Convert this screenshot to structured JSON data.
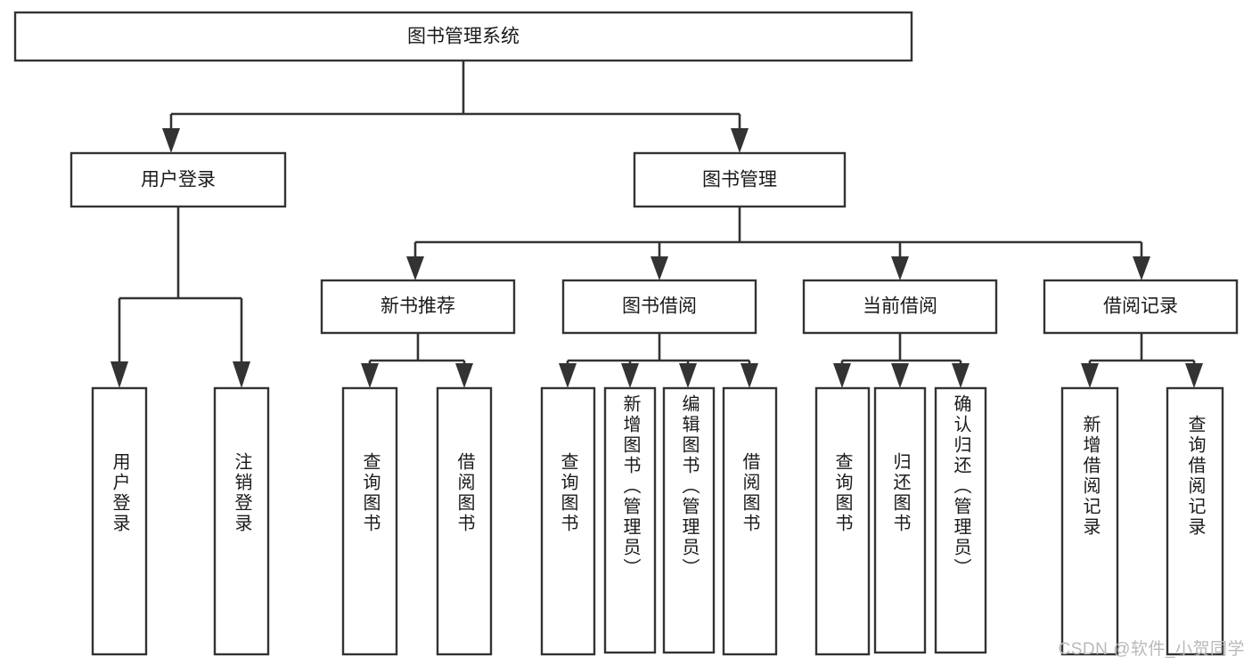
{
  "diagram": {
    "type": "hierarchical-tree",
    "orientation": "top-down",
    "background_color": "#ffffff",
    "line_color": "#333333",
    "text_color": "#1a1a1a",
    "root": {
      "label": "图书管理系统"
    },
    "level2": [
      {
        "label": "用户登录"
      },
      {
        "label": "图书管理"
      }
    ],
    "level3": [
      {
        "label": "新书推荐"
      },
      {
        "label": "图书借阅"
      },
      {
        "label": "当前借阅"
      },
      {
        "label": "借阅记录"
      }
    ],
    "leaves": {
      "user_login": [
        {
          "label": "用户登录"
        },
        {
          "label": "注销登录"
        }
      ],
      "new_book_recommend": [
        {
          "label": "查询图书"
        },
        {
          "label": "借阅图书"
        }
      ],
      "book_borrow": [
        {
          "label": "查询图书"
        },
        {
          "label": "新增图书（管理员）"
        },
        {
          "label": "编辑图书（管理员）"
        },
        {
          "label": "借阅图书"
        }
      ],
      "current_borrow": [
        {
          "label": "查询图书"
        },
        {
          "label": "归还图书"
        },
        {
          "label": "确认归还（管理员）"
        }
      ],
      "borrow_record": [
        {
          "label": "新增借阅记录"
        },
        {
          "label": "查询借阅记录"
        }
      ]
    }
  },
  "watermark": {
    "text": "CSDN @软件_小贺同学"
  }
}
